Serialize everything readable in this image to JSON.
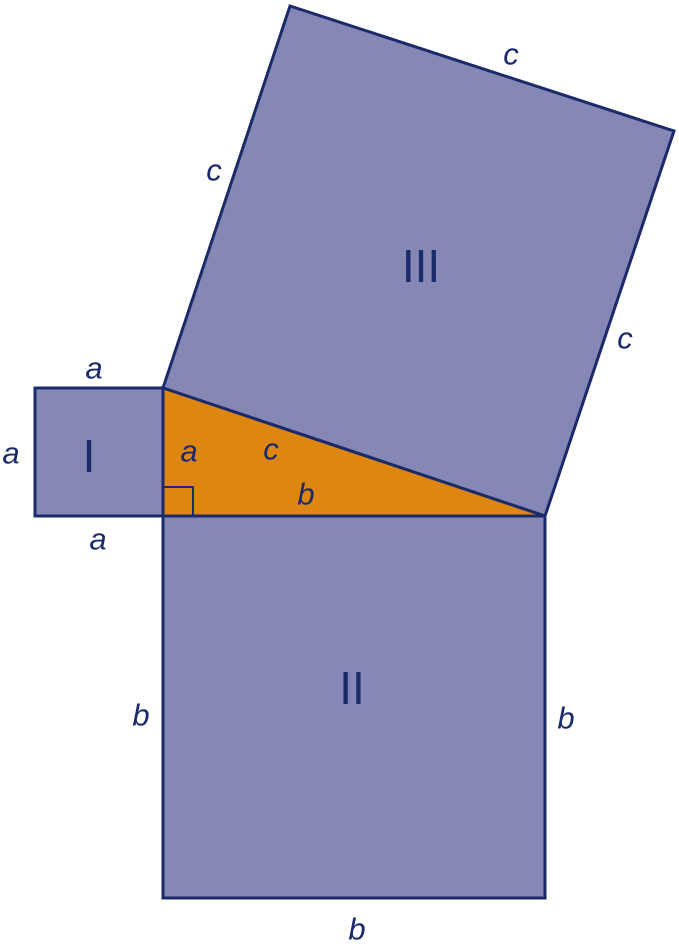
{
  "colors": {
    "square_fill": "#8588b4",
    "triangle_fill": "#dd8712",
    "outline": "#1b2a6a",
    "text": "#1b2a6a",
    "background": "#ffffff"
  },
  "squares": {
    "I": {
      "label": "I"
    },
    "II": {
      "label": "II"
    },
    "III": {
      "label": "III"
    }
  },
  "sides": {
    "a": "a",
    "b": "b",
    "c": "c"
  }
}
